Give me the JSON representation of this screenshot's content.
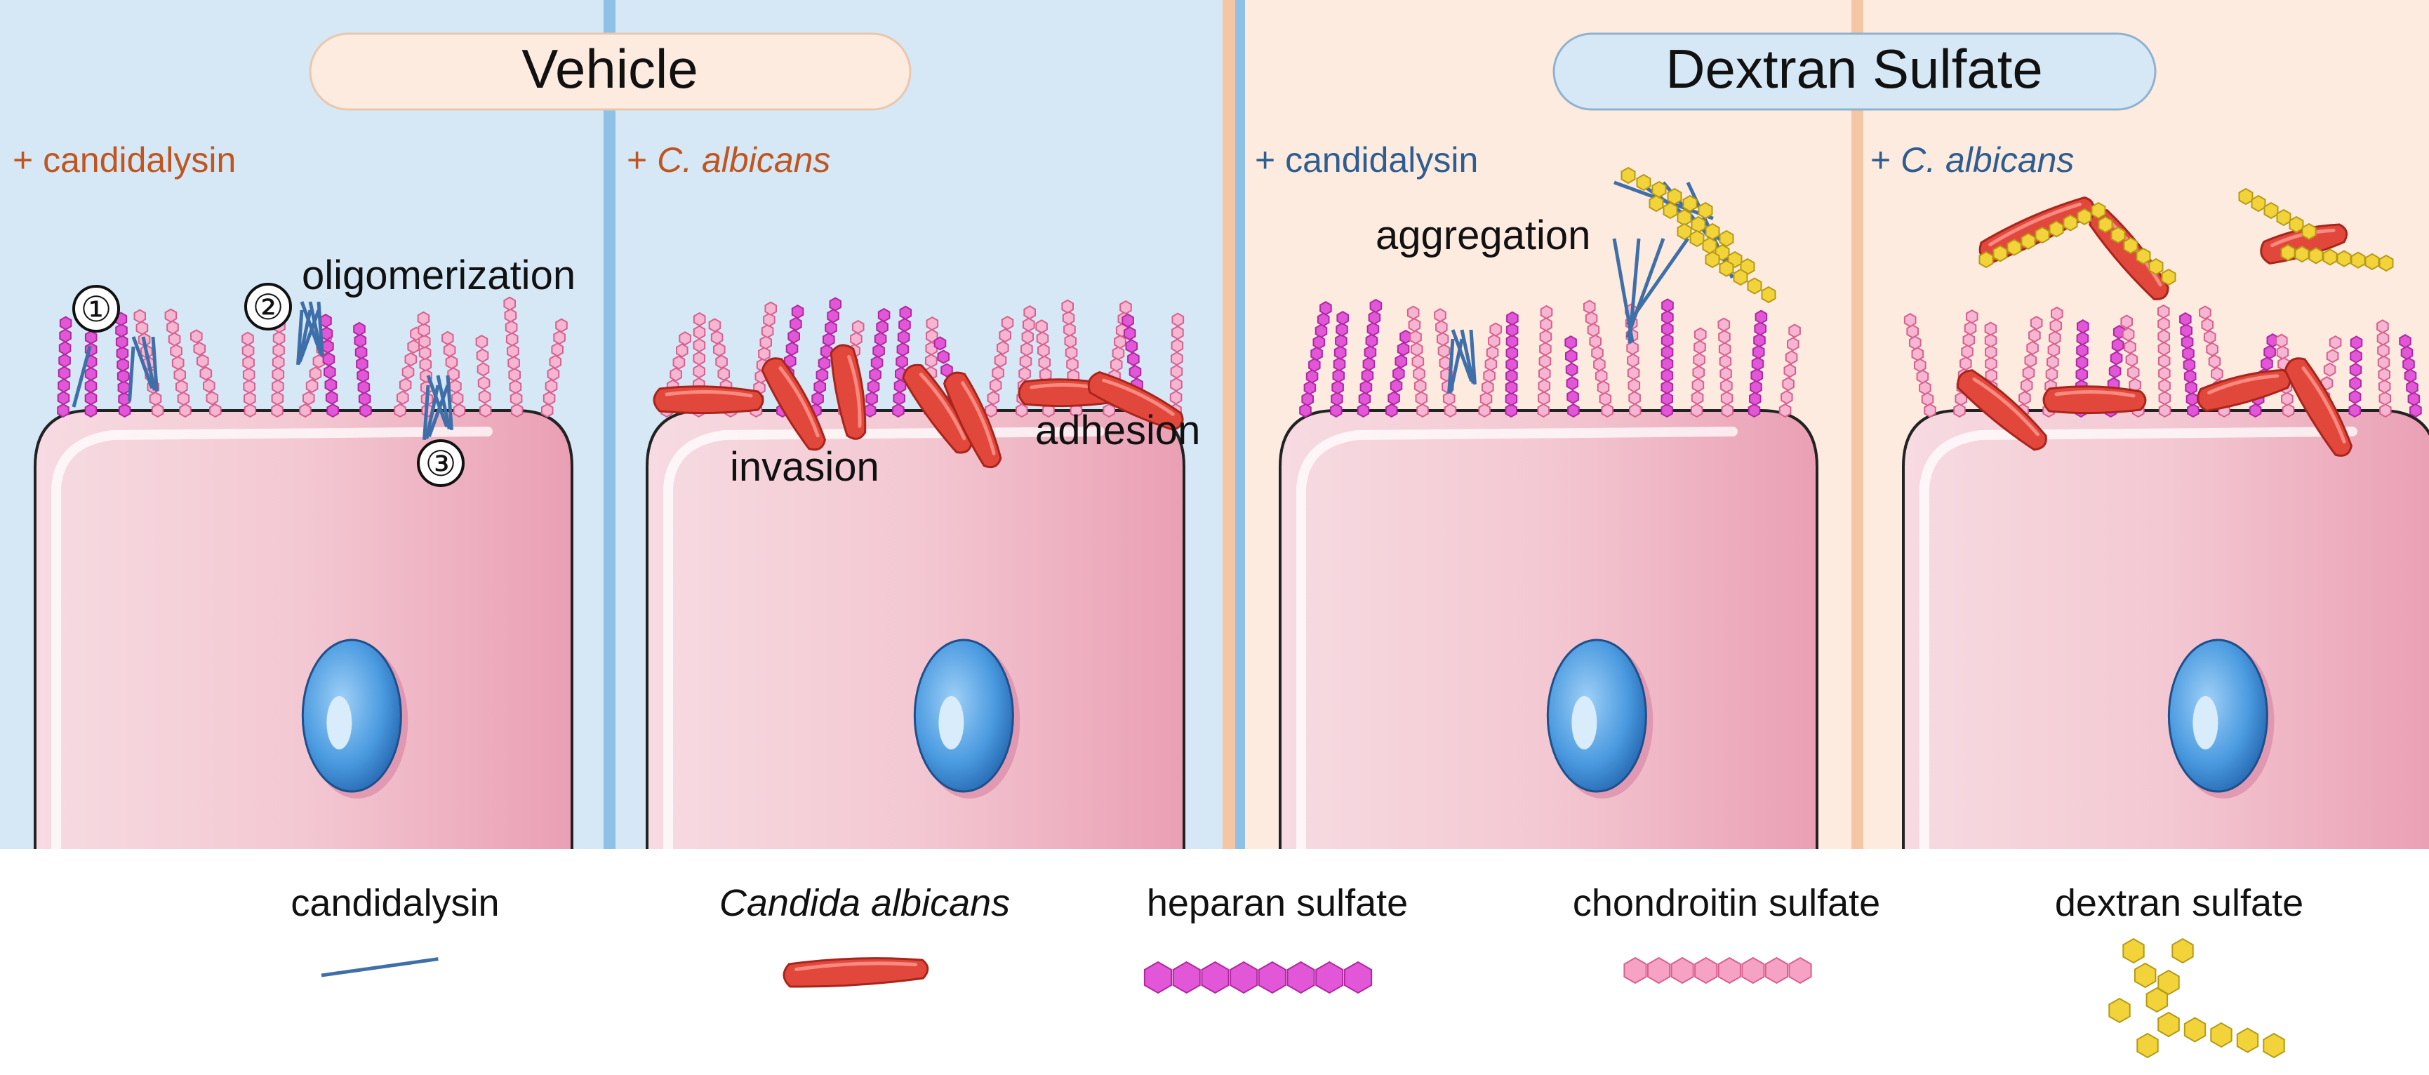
{
  "groups": {
    "vehicle": "Vehicle",
    "dextran": "Dextran Sulfate"
  },
  "panels": [
    {
      "label_prefix": "+ ",
      "label_agent": "candidalysin",
      "italic": false
    },
    {
      "label_prefix": "+ ",
      "label_agent": "C. albicans",
      "italic": true
    },
    {
      "label_prefix": "+ ",
      "label_agent": "candidalysin",
      "italic": false
    },
    {
      "label_prefix": "+ ",
      "label_agent": "C. albicans",
      "italic": true
    }
  ],
  "annotations": {
    "step1": "①",
    "step2": "②",
    "step3": "③",
    "oligomerization": "oligomerization",
    "invasion": "invasion",
    "adhesion": "adhesion",
    "aggregation": "aggregation"
  },
  "legend": [
    {
      "label": "candidalysin",
      "italic": false,
      "icon": "candidalysin-helix-icon"
    },
    {
      "label": "Candida albicans",
      "italic": true,
      "icon": "candida-hypha-icon"
    },
    {
      "label": "heparan sulfate",
      "italic": false,
      "icon": "heparan-sulfate-chain-icon"
    },
    {
      "label": "chondroitin sulfate",
      "italic": false,
      "icon": "chondroitin-sulfate-chain-icon"
    },
    {
      "label": "dextran sulfate",
      "italic": false,
      "icon": "dextran-sulfate-branch-icon"
    }
  ],
  "colors": {
    "vehicle_bg": "#d6e8f6",
    "dextran_bg": "#fdebe0",
    "divider_blue": "#8fc0e6",
    "divider_peach": "#f5c6a6",
    "vehicle_label": "#c0561f",
    "dextran_label": "#2e5d8f",
    "cell_fill": "#f3c8d2",
    "nucleus": "#3b8fd6",
    "candidalysin": "#3f6fa8",
    "candida": "#e2473c",
    "heparan": "#e257d8",
    "chondroitin": "#ef7aa6",
    "dextran": "#f2d43a"
  }
}
